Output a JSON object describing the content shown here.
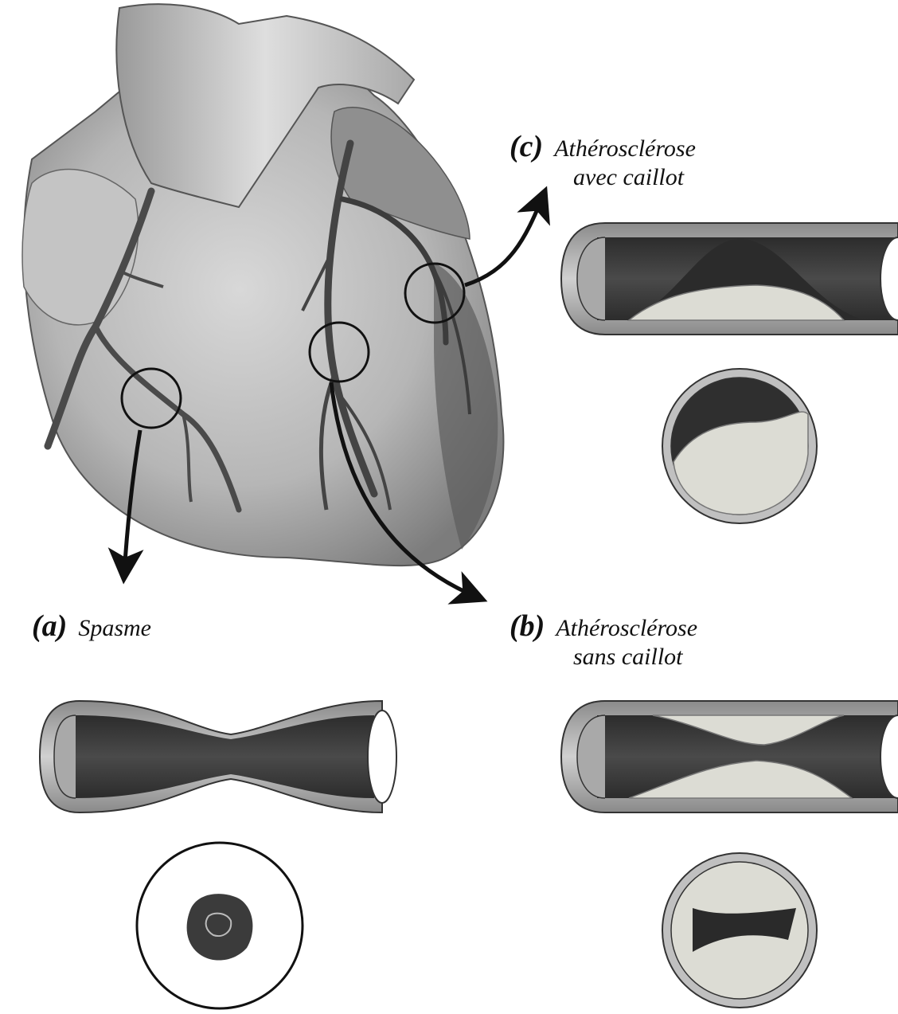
{
  "labels": {
    "a": {
      "key": "(a)",
      "text": "Spasme"
    },
    "b": {
      "key": "(b)",
      "line1": "Athérosclérose",
      "line2": "sans caillot"
    },
    "c": {
      "key": "(c)",
      "line1": "Athérosclérose",
      "line2": "avec caillot"
    }
  },
  "colors": {
    "ink": "#111111",
    "heart_light": "#c9c9c9",
    "heart_dark": "#6e6e6e",
    "lumen": "#3a3a3a",
    "plaque": "#dcdcd4",
    "wall": "#bdbdbd"
  }
}
